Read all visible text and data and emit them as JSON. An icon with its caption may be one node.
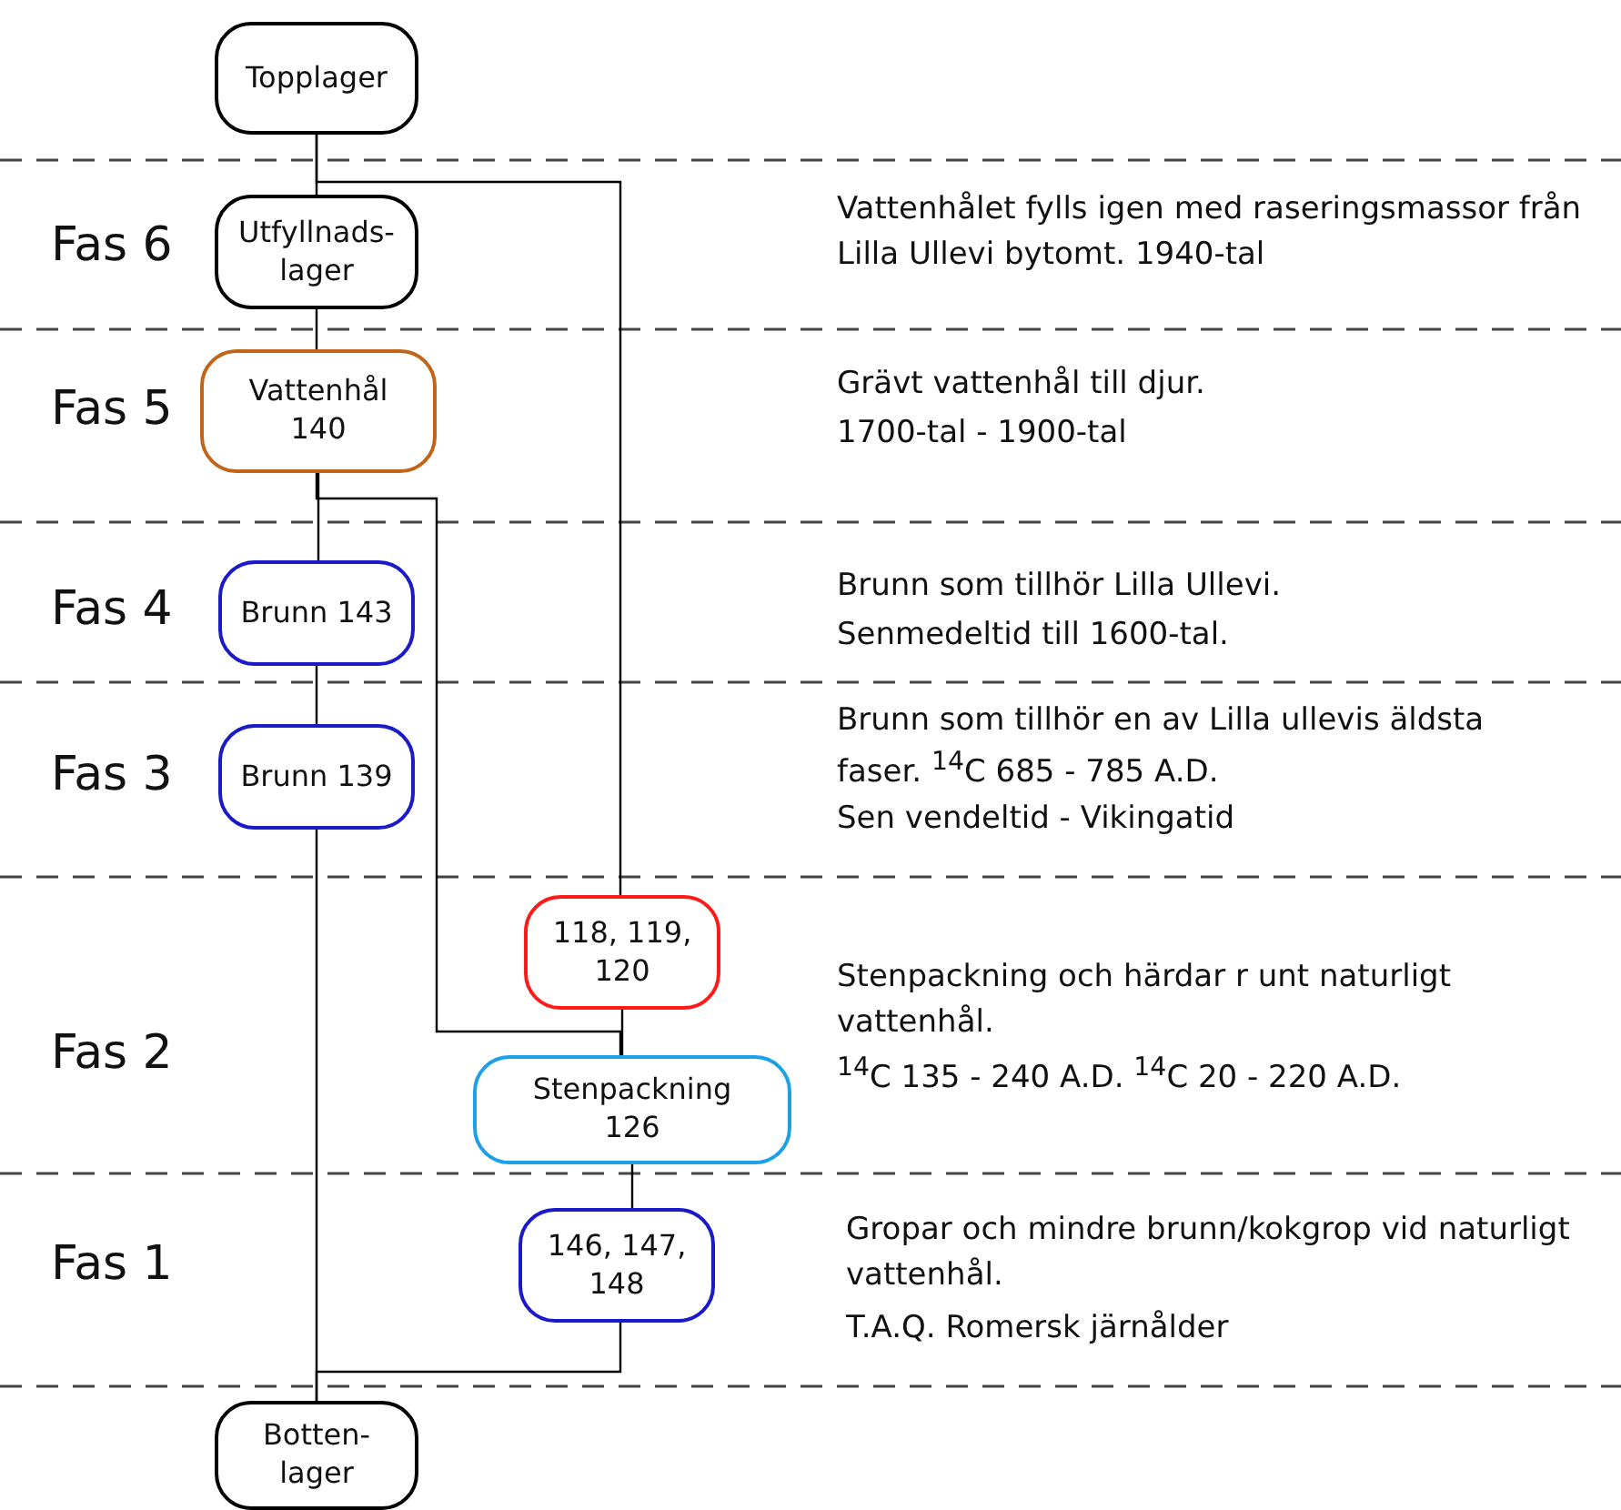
{
  "diagram": {
    "nodes": [
      {
        "text": [
          "Topplager"
        ]
      },
      {
        "text": [
          "Utfyllnads- lager"
        ]
      },
      {
        "text": [
          "Vattenhål 140"
        ]
      },
      {
        "text": [
          "Brunn 143"
        ]
      },
      {
        "text": [
          "Brunn 139"
        ]
      },
      {
        "text": [
          "118, 119, 120"
        ]
      },
      {
        "text": [
          "Stenpackning 126"
        ]
      },
      {
        "text": [
          "146, 147, 148"
        ]
      },
      {
        "text": [
          "Botten- lager"
        ]
      }
    ],
    "edges": [
      {
        "from": 0,
        "to": 1,
        "arrow": "none"
      },
      {
        "from": 0,
        "to": 5,
        "arrow": "none"
      },
      {
        "from": 1,
        "to": 2,
        "arrow": "none"
      },
      {
        "from": 2,
        "to": 3,
        "arrow": "none"
      },
      {
        "from": 2,
        "to": 6,
        "arrow": "none"
      },
      {
        "from": 3,
        "to": 4,
        "arrow": "none"
      },
      {
        "from": 4,
        "to": 8,
        "arrow": "none"
      },
      {
        "from": 5,
        "to": 6,
        "arrow": "none"
      },
      {
        "from": 6,
        "to": 7,
        "arrow": "none"
      },
      {
        "from": 7,
        "to": 8,
        "arrow": "none"
      }
    ],
    "labels": [
      "Fas 6",
      "Vattenhålet fylls igen med raseringsmassor från Lilla Ullevi bytomt. 1940-tal",
      "Fas 5",
      "Grävt vattenhål till djur.",
      "1700-tal - 1900-tal",
      "Fas 4",
      "Brunn som tillhör Lilla Ullevi.",
      "Senmedeltid till 1600-tal.",
      "Fas 3",
      "Brunn som tillhör en av Lilla ullevis äldsta faser. $^{14}$C 685 - 785 A.D.",
      "Sen vendeltid - Vikingatid",
      "Fas 2",
      "Stenpackning och  härdar r unt naturligt vattenhål.",
      "$^{14}$C 135 - 240 A.D. $^{14}$C 20 - 220 A.D.",
      "Fas 1",
      "Gropar och mindre brunn/kokgrop vid naturligt vattenhål.",
      "T.A.Q. Romersk järnålder"
    ]
  }
}
